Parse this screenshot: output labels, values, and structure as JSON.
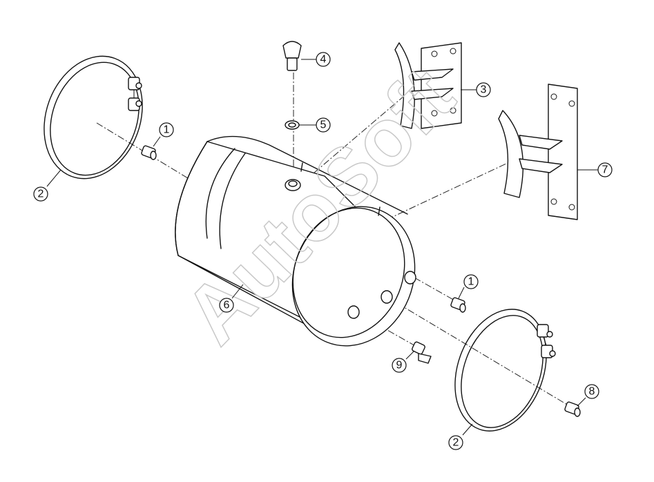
{
  "watermark": "AutoSoft",
  "callouts": {
    "c1a": "1",
    "c1b": "1",
    "c2a": "2",
    "c2b": "2",
    "c3": "3",
    "c4": "4",
    "c5": "5",
    "c6": "6",
    "c7": "7",
    "c8": "8",
    "c9": "9"
  },
  "colors": {
    "line": "#111111",
    "watermark": "#c8c8c8",
    "background": "#ffffff"
  }
}
